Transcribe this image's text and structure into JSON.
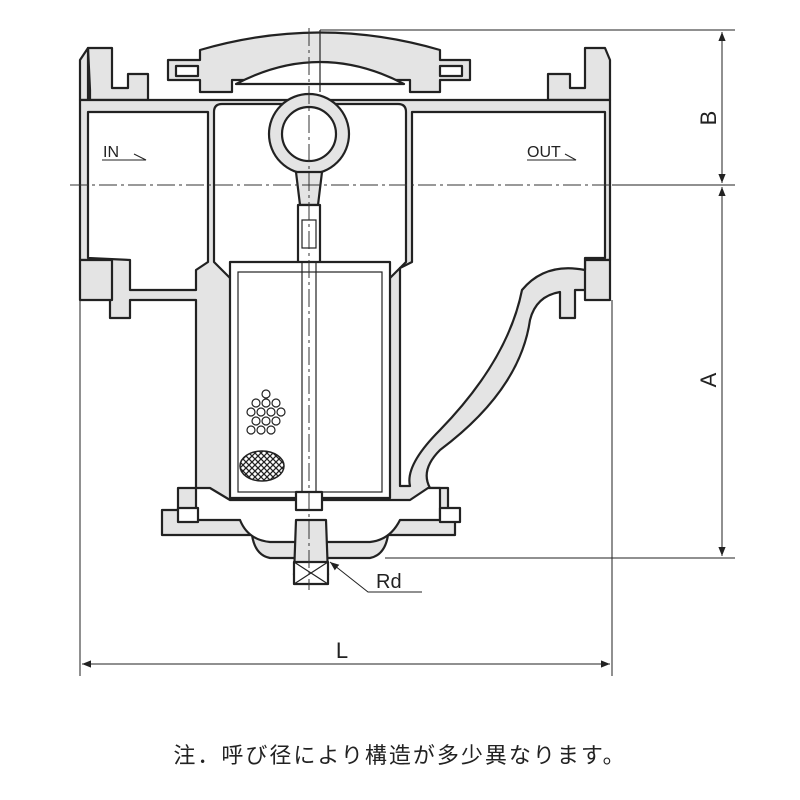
{
  "labels": {
    "inlet": "IN",
    "outlet": "OUT",
    "dim_a": "A",
    "dim_b": "B",
    "dim_l": "L",
    "drain": "Rd"
  },
  "note": "注．呼び径により構造が多少異なります。"
}
